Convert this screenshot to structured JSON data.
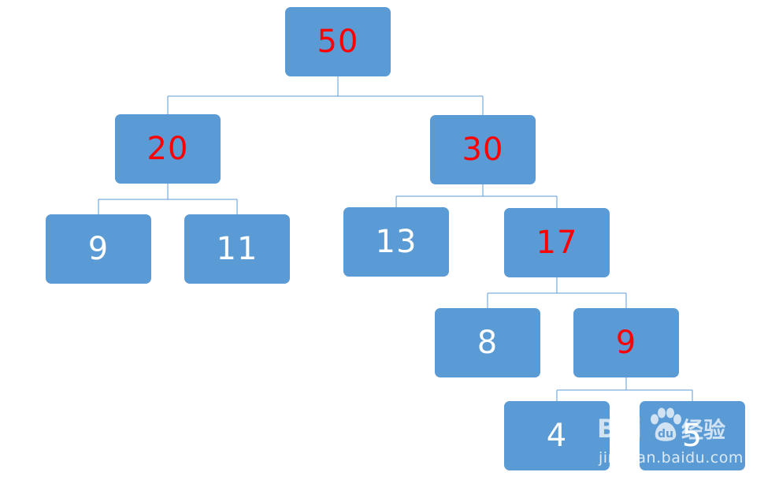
{
  "tree": {
    "nodes": [
      {
        "id": "n50",
        "label": "50",
        "color": "#ff0000"
      },
      {
        "id": "n20",
        "label": "20",
        "color": "#ff0000"
      },
      {
        "id": "n30",
        "label": "30",
        "color": "#ff0000"
      },
      {
        "id": "n9a",
        "label": "9",
        "color": "#ffffff"
      },
      {
        "id": "n11",
        "label": "11",
        "color": "#ffffff"
      },
      {
        "id": "n13",
        "label": "13",
        "color": "#ffffff"
      },
      {
        "id": "n17",
        "label": "17",
        "color": "#ff0000"
      },
      {
        "id": "n8",
        "label": "8",
        "color": "#ffffff"
      },
      {
        "id": "n9b",
        "label": "9",
        "color": "#ff0000"
      },
      {
        "id": "n4",
        "label": "4",
        "color": "#ffffff"
      },
      {
        "id": "n5",
        "label": "5",
        "color": "#ffffff"
      }
    ],
    "edges": [
      [
        "n50",
        "n20"
      ],
      [
        "n50",
        "n30"
      ],
      [
        "n20",
        "n9a"
      ],
      [
        "n20",
        "n11"
      ],
      [
        "n30",
        "n13"
      ],
      [
        "n30",
        "n17"
      ],
      [
        "n17",
        "n8"
      ],
      [
        "n17",
        "n9b"
      ],
      [
        "n9b",
        "n4"
      ],
      [
        "n9b",
        "n5"
      ]
    ],
    "node_fill": "#5b9bd5",
    "line_color": "#5b9bd5"
  },
  "watermark": {
    "brand": "Bai",
    "brand_suffix": "经验",
    "paw_text": "du",
    "url": "jingyan.baidu.com"
  }
}
